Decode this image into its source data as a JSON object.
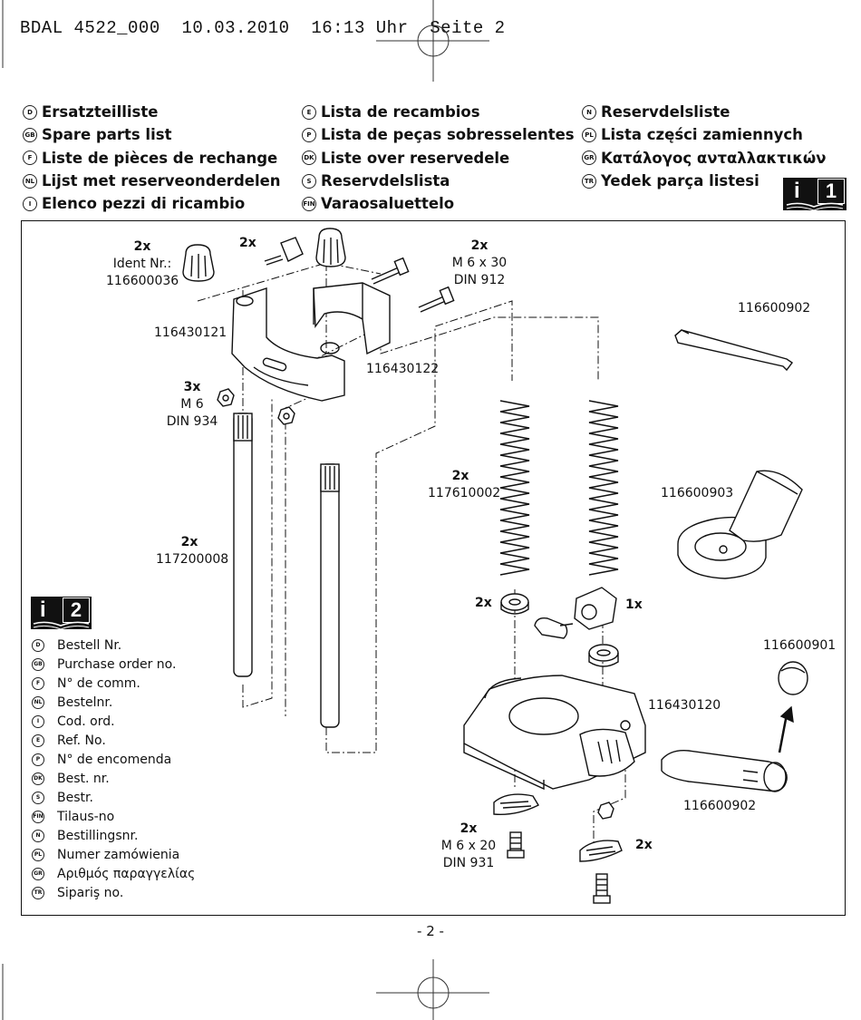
{
  "header": {
    "text": "BDAL 4522_000  10.03.2010  16:13 Uhr  Seite 2"
  },
  "title_languages": {
    "col1": [
      {
        "code": "D",
        "text": "Ersatzteilliste"
      },
      {
        "code": "GB",
        "text": "Spare parts list"
      },
      {
        "code": "F",
        "text": "Liste de pièces de rechange"
      },
      {
        "code": "NL",
        "text": "Lijst met reserveonderdelen"
      },
      {
        "code": "I",
        "text": "Elenco pezzi di ricambio"
      }
    ],
    "col2": [
      {
        "code": "E",
        "text": "Lista de recambios"
      },
      {
        "code": "P",
        "text": "Lista de peças sobresselentes"
      },
      {
        "code": "DK",
        "text": "Liste over reservedele"
      },
      {
        "code": "S",
        "text": "Reservdelslista"
      },
      {
        "code": "FIN",
        "text": "Varaosaluettelo"
      }
    ],
    "col3": [
      {
        "code": "N",
        "text": "Reservdelsliste"
      },
      {
        "code": "PL",
        "text": "Lista części zamiennych"
      },
      {
        "code": "GR",
        "text": "Κατάλογος ανταλλακτικών"
      },
      {
        "code": "TR",
        "text": "Yedek parça listesi"
      }
    ]
  },
  "book_badges": {
    "top": {
      "letter": "i",
      "num": "1"
    },
    "legend": {
      "letter": "i",
      "num": "2"
    }
  },
  "parts": {
    "knob": {
      "qty": "2x",
      "ident": "Ident Nr.:",
      "num": "116600036"
    },
    "thumbscrew_qty": "2x",
    "screws_top": {
      "qty": "2x",
      "size": "M 6 x 30",
      "din": "DIN 912"
    },
    "bracket_left": "116430121",
    "bracket_right": "116430122",
    "nut": {
      "qty": "3x",
      "size": "M 6",
      "din": "DIN 934"
    },
    "hex_key_top": "116600902",
    "spring": {
      "qty": "2x",
      "num": "117610002"
    },
    "rod": {
      "qty": "2x",
      "num": "117200008"
    },
    "dust_hood": "116600903",
    "washer_qty": "2x",
    "clamp_qty": "1x",
    "cap": "116600901",
    "base": "116430120",
    "handle": "116600902",
    "screw_bottom": {
      "qty": "2x",
      "size": "M 6 x 20",
      "din": "DIN 931"
    },
    "feet_qty": "2x"
  },
  "legend": [
    {
      "code": "D",
      "text": "Bestell Nr."
    },
    {
      "code": "GB",
      "text": "Purchase order no."
    },
    {
      "code": "F",
      "text": "N° de comm."
    },
    {
      "code": "NL",
      "text": "Bestelnr."
    },
    {
      "code": "I",
      "text": "Cod. ord."
    },
    {
      "code": "E",
      "text": "Ref. No."
    },
    {
      "code": "P",
      "text": "N° de encomenda"
    },
    {
      "code": "DK",
      "text": "Best. nr."
    },
    {
      "code": "S",
      "text": "Bestr."
    },
    {
      "code": "FIN",
      "text": "Tilaus-no"
    },
    {
      "code": "N",
      "text": "Bestillingsnr."
    },
    {
      "code": "PL",
      "text": "Numer zamówienia"
    },
    {
      "code": "GR",
      "text": "Αριθμός παραγγελίας"
    },
    {
      "code": "TR",
      "text": "Sipariş no."
    }
  ],
  "page_number": "- 2 -"
}
